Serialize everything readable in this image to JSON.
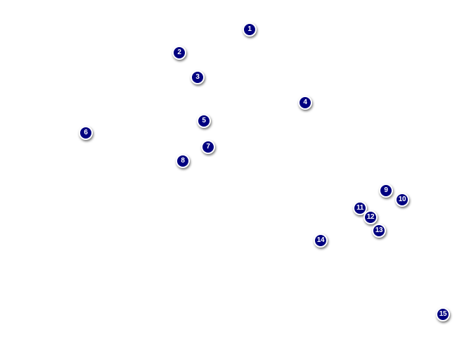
{
  "map": {
    "marker_color": "#000080",
    "marker_border_color": "#ffffff",
    "markers": [
      {
        "label": "1"
      },
      {
        "label": "2"
      },
      {
        "label": "3"
      },
      {
        "label": "4"
      },
      {
        "label": "5"
      },
      {
        "label": "6"
      },
      {
        "label": "7"
      },
      {
        "label": "8"
      },
      {
        "label": "9"
      },
      {
        "label": "10"
      },
      {
        "label": "11"
      },
      {
        "label": "12"
      },
      {
        "label": "13"
      },
      {
        "label": "14"
      },
      {
        "label": "15"
      }
    ]
  }
}
